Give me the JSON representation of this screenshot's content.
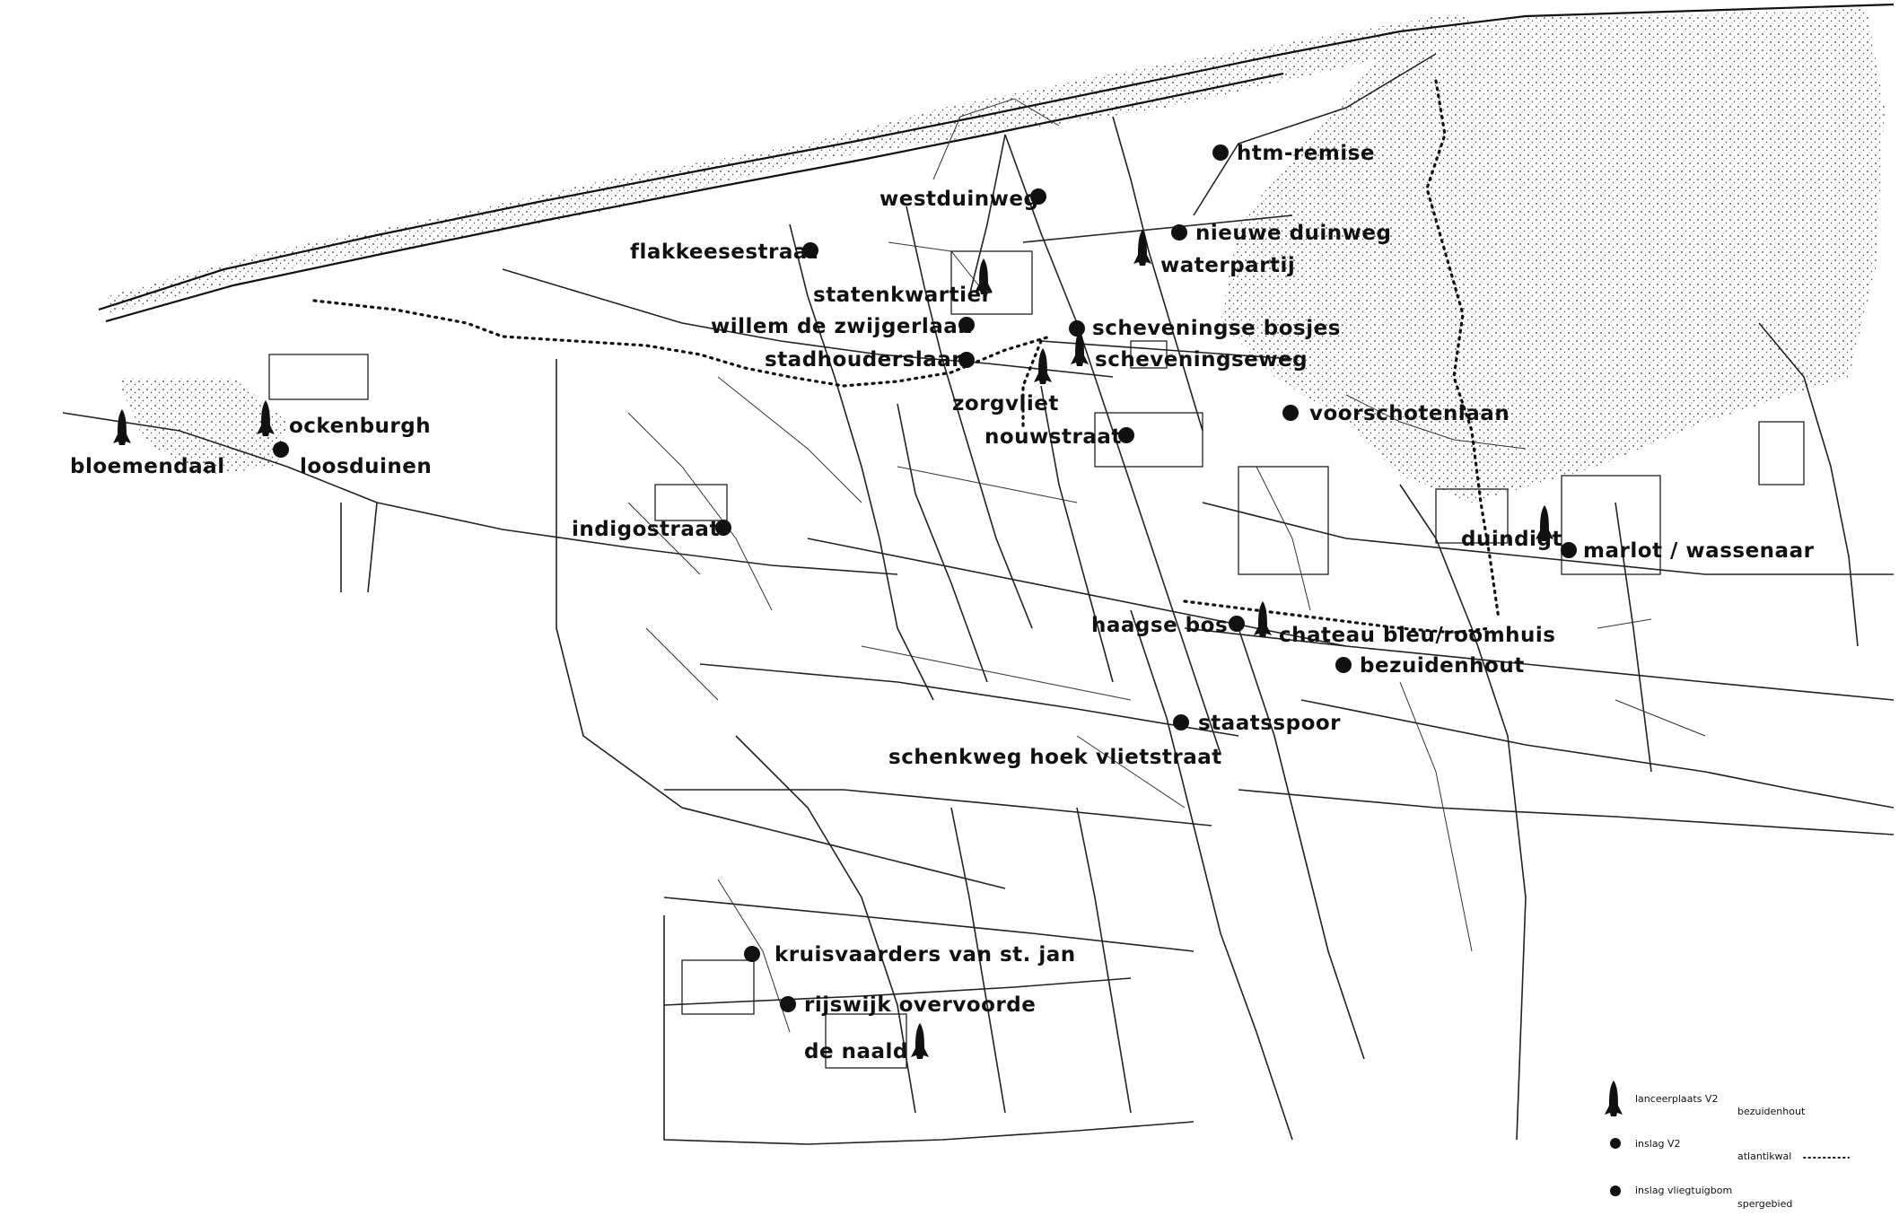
{
  "places": [
    {
      "id": "htm-remise",
      "label": "htm-remise",
      "kind": "impact"
    },
    {
      "id": "westduinweg",
      "label": "westduinweg",
      "kind": "impact"
    },
    {
      "id": "nieuwe-duinweg",
      "label": "nieuwe duinweg",
      "kind": "impact"
    },
    {
      "id": "waterpartij",
      "label": "waterpartij",
      "kind": "launch"
    },
    {
      "id": "flakkeesestraat",
      "label": "flakkeesestraat",
      "kind": "impact"
    },
    {
      "id": "statenkwartier",
      "label": "statenkwartier",
      "kind": "launch"
    },
    {
      "id": "willem-de-zwijgerlaan",
      "label": "willem de zwijgerlaan",
      "kind": "impact"
    },
    {
      "id": "scheveningse-bosjes",
      "label": "scheveningse bosjes",
      "kind": "impact"
    },
    {
      "id": "stadhouderslaan",
      "label": "stadhouderslaan",
      "kind": "impact"
    },
    {
      "id": "scheveningseweg",
      "label": "scheveningseweg",
      "kind": "launch"
    },
    {
      "id": "zorgvliet",
      "label": "zorgvliet",
      "kind": "launch"
    },
    {
      "id": "voorschotenlaan",
      "label": "voorschotenlaan",
      "kind": "impact"
    },
    {
      "id": "nouwstraat",
      "label": "nouwstraat",
      "kind": "impact"
    },
    {
      "id": "ockenburgh",
      "label": "ockenburgh",
      "kind": "launch"
    },
    {
      "id": "bloemendaal",
      "label": "bloemendaal",
      "kind": "launch"
    },
    {
      "id": "loosduinen",
      "label": "loosduinen",
      "kind": "impact"
    },
    {
      "id": "indigostraat",
      "label": "indigostraat",
      "kind": "impact"
    },
    {
      "id": "duindigt",
      "label": "duindigt",
      "kind": "launch"
    },
    {
      "id": "marlot-wassenaar",
      "label": "marlot / wassenaar",
      "kind": "impact"
    },
    {
      "id": "haagse-bos",
      "label": "haagse bos",
      "kind": "impact"
    },
    {
      "id": "chateau-bleu-roomhuis",
      "label": "chateau bleu/roomhuis",
      "kind": "launch"
    },
    {
      "id": "bezuidenhout",
      "label": "bezuidenhout",
      "kind": "impact"
    },
    {
      "id": "staatsspoor",
      "label": "staatsspoor",
      "kind": "impact"
    },
    {
      "id": "schenkweg-hoek-vlietstraat",
      "label": "schenkweg hoek vlietstraat",
      "kind": "impact"
    },
    {
      "id": "kruisvaarders-van-st-jan",
      "label": "kruisvaarders van st. jan",
      "kind": "impact"
    },
    {
      "id": "rijswijk-overvoorde",
      "label": "rijswijk overvoorde",
      "kind": "impact"
    },
    {
      "id": "de-naald",
      "label": "de naald",
      "kind": "launch"
    }
  ],
  "legend": {
    "launch": "lanceerplaats V2",
    "launch_side": "bezuidenhout",
    "impact_v2": "inslag V2",
    "impact_v2_side": "atlantikwal",
    "impact_flying": "inslag vliegtuigbom",
    "impact_flying_side": "spergebied"
  },
  "colors": {
    "ink": "#111111",
    "paper": "#ffffff"
  }
}
